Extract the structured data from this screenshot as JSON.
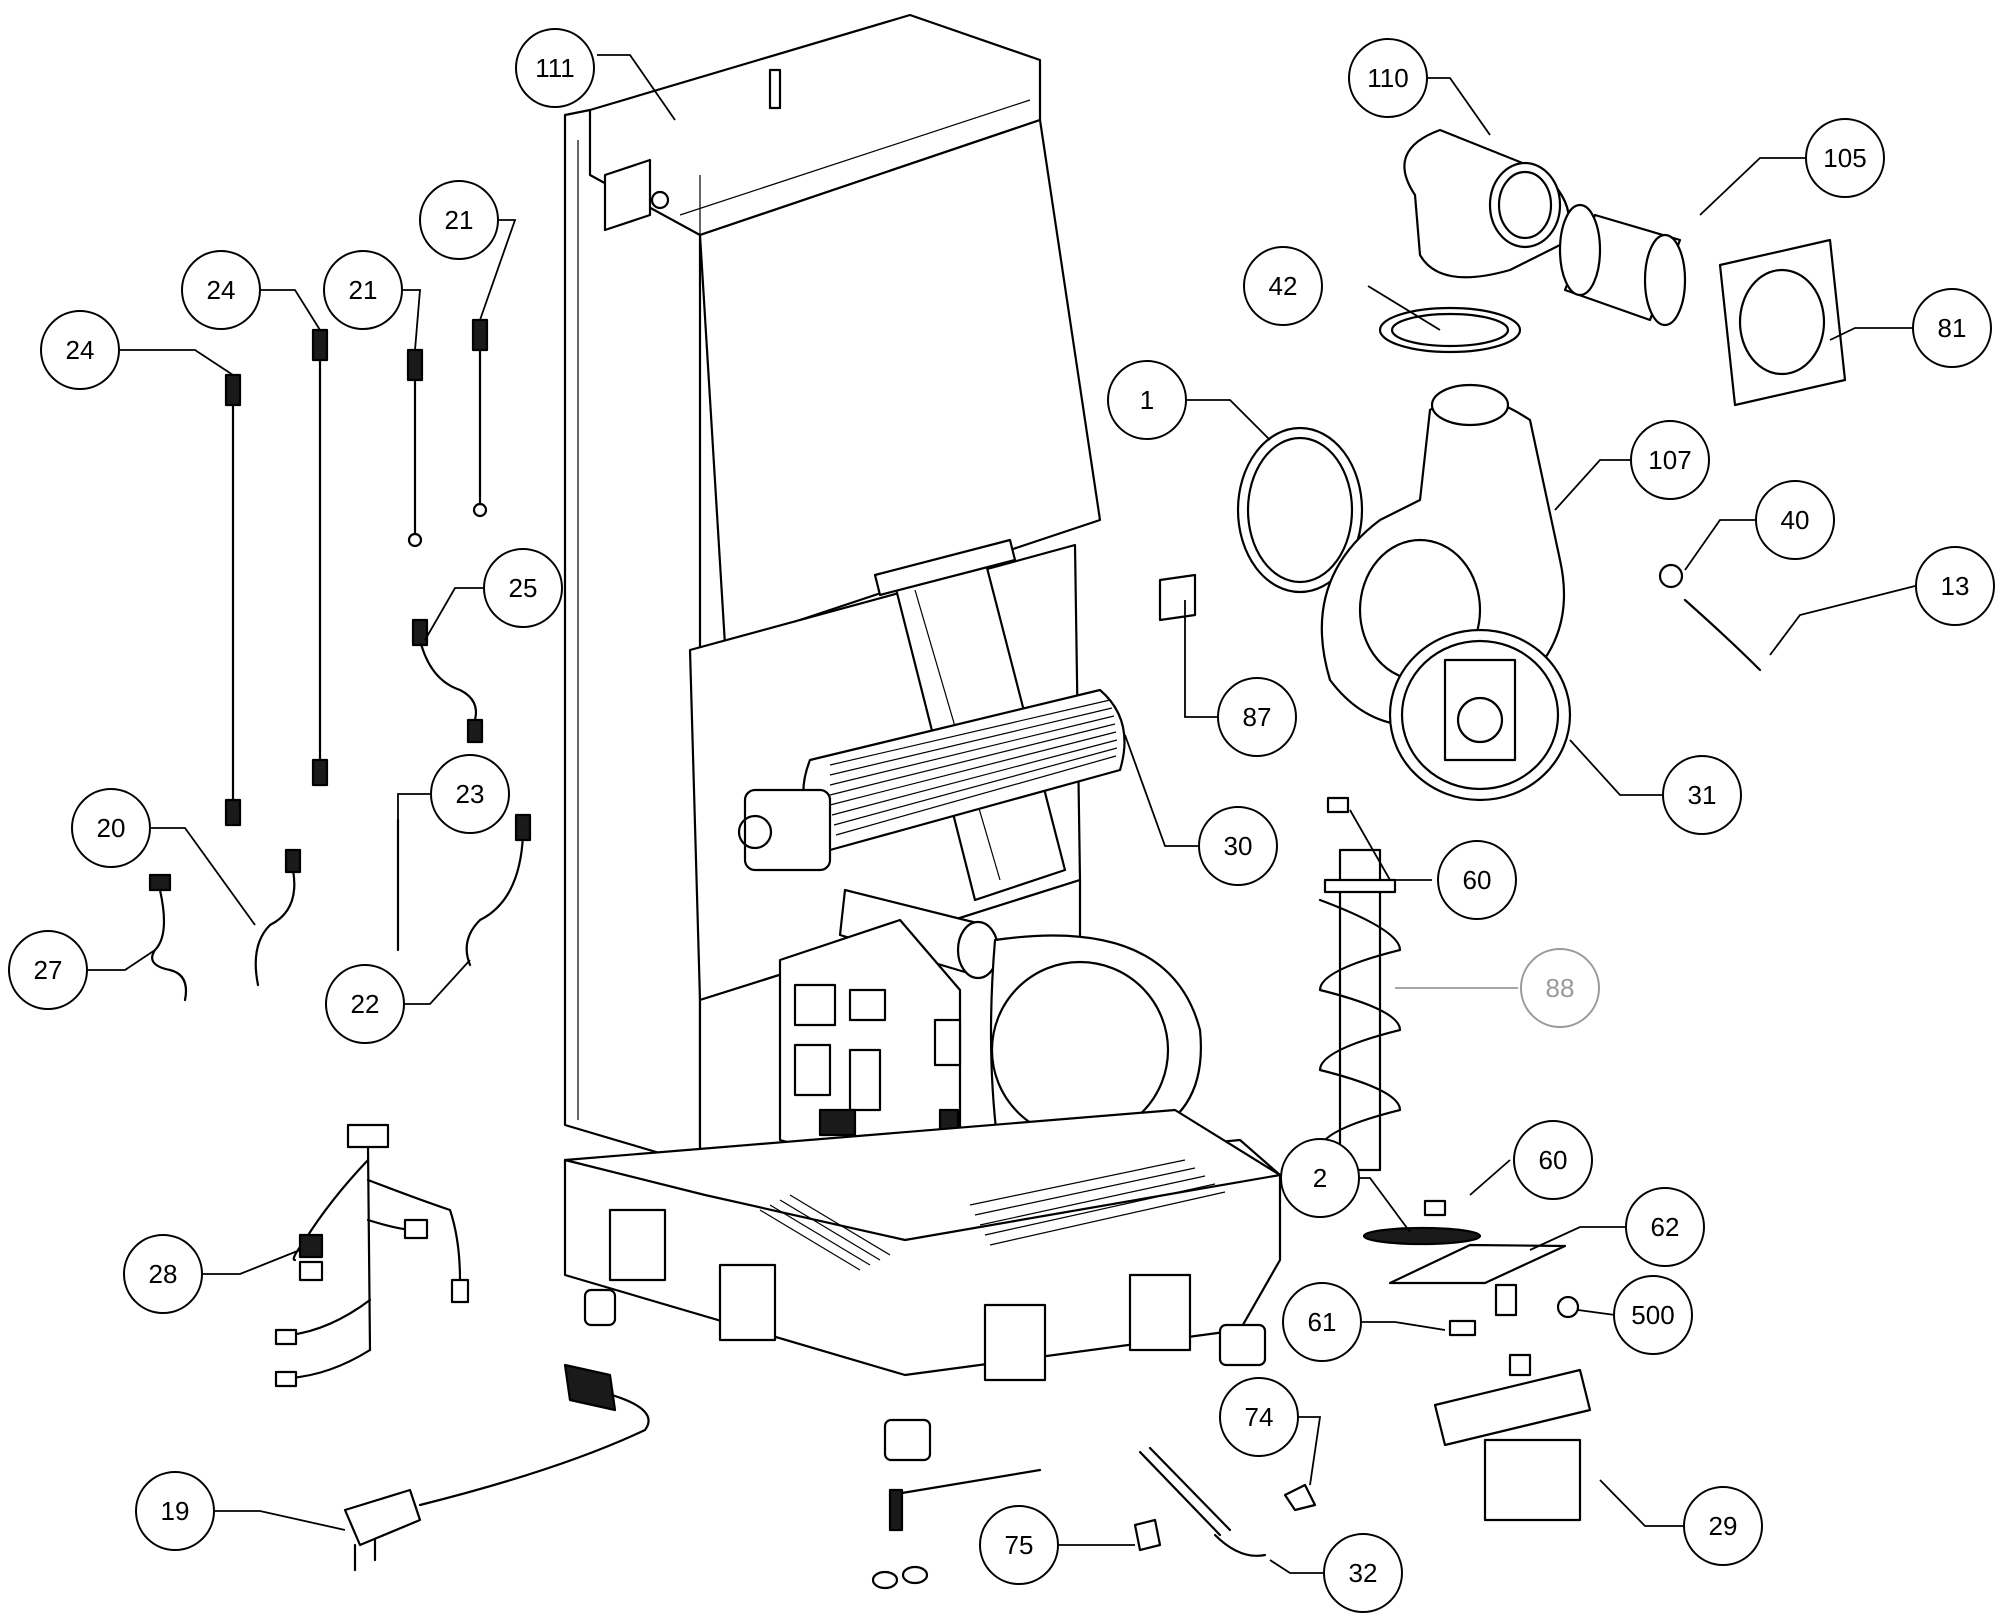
{
  "callouts": {
    "c111": "111",
    "c110": "110",
    "c105": "105",
    "c42": "42",
    "c81": "81",
    "c1": "1",
    "c107": "107",
    "c40": "40",
    "c13": "13",
    "c87": "87",
    "c31": "31",
    "c30": "30",
    "c60a": "60",
    "c88": "88",
    "c2": "2",
    "c60b": "60",
    "c62": "62",
    "c61": "61",
    "c500": "500",
    "c29": "29",
    "c74": "74",
    "c75": "75",
    "c32": "32",
    "c19": "19",
    "c28": "28",
    "c27": "27",
    "c20": "20",
    "c22": "22",
    "c23": "23",
    "c25": "25",
    "c24a": "24",
    "c24b": "24",
    "c21a": "21",
    "c21b": "21"
  }
}
